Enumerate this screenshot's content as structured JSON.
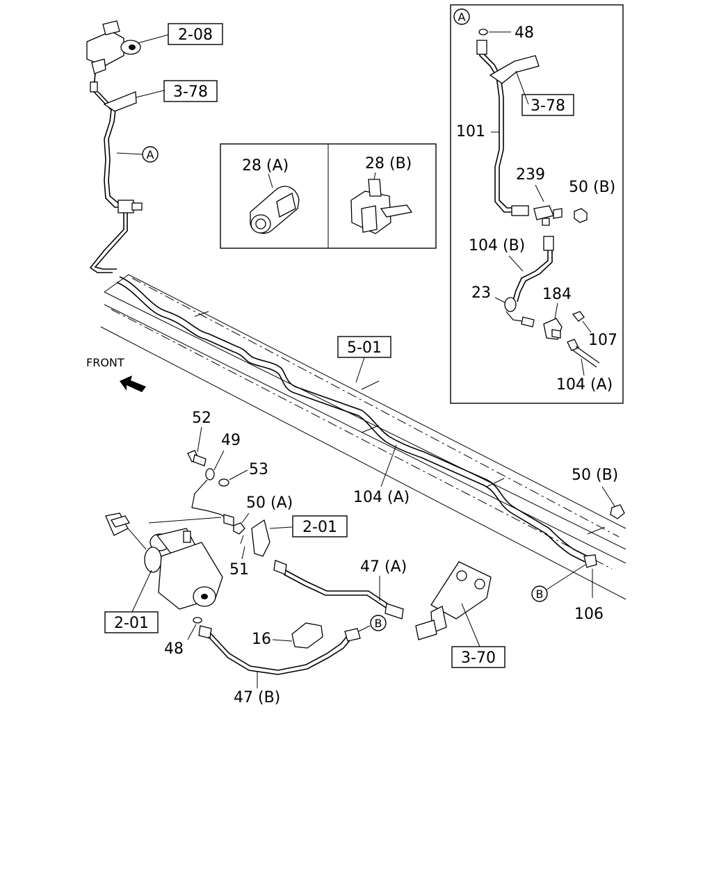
{
  "ref_boxes": {
    "r208": "2-08",
    "r378_main": "3-78",
    "r378_inset": "3-78",
    "r501": "5-01",
    "r201_mid": "2-01",
    "r201_left": "2-01",
    "r370": "3-70"
  },
  "callouts": {
    "a_main": "A",
    "a_inset": "A",
    "b_main": "B",
    "b_right": "B"
  },
  "detail_boxes": {
    "left_label": "28 (A)",
    "right_label": "28 (B)"
  },
  "inset_labels": {
    "p48": "48",
    "p101": "101",
    "p239": "239",
    "p50b": "50 (B)",
    "p104b": "104 (B)",
    "p23": "23",
    "p184": "184",
    "p107": "107",
    "p104a": "104 (A)"
  },
  "main_labels": {
    "front": "FRONT",
    "p52": "52",
    "p49": "49",
    "p53": "53",
    "p50a": "50 (A)",
    "p51": "51",
    "p104a": "104 (A)",
    "p50b": "50 (B)",
    "p47a": "47 (A)",
    "p106": "106",
    "p48": "48",
    "p16": "16",
    "p47b": "47 (B)"
  }
}
